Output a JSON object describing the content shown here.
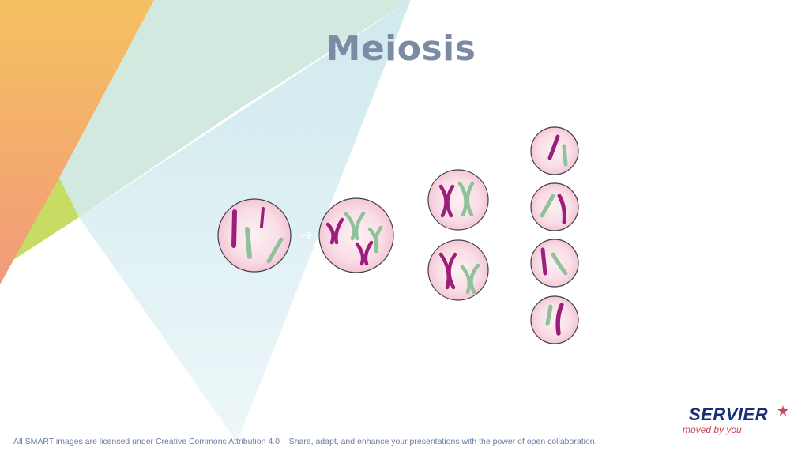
{
  "slide": {
    "title": "Meiosis",
    "footer": "All SMART images are licensed under Creative Commons Attribution 4.0 – Share, adapt, and enhance your presentations with the power of open collaboration."
  },
  "logo": {
    "name": "SERVIER",
    "tagline": "moved by you",
    "icon": "star-icon"
  },
  "colors": {
    "title": "#7c8ba3",
    "cell_fill": "#f8d8e2",
    "cell_stroke": "#3e3e48",
    "chromosome_magenta": "#9a1e7a",
    "chromosome_green": "#8fc29a",
    "logo_blue": "#1a2d77",
    "logo_red": "#c94a56"
  },
  "diagram": {
    "stages": [
      "parent-cell",
      "replicated-cell",
      "meiosis-I-daughter-cells",
      "meiosis-II-gamete-cells"
    ],
    "cell_counts": [
      1,
      1,
      2,
      4
    ]
  }
}
